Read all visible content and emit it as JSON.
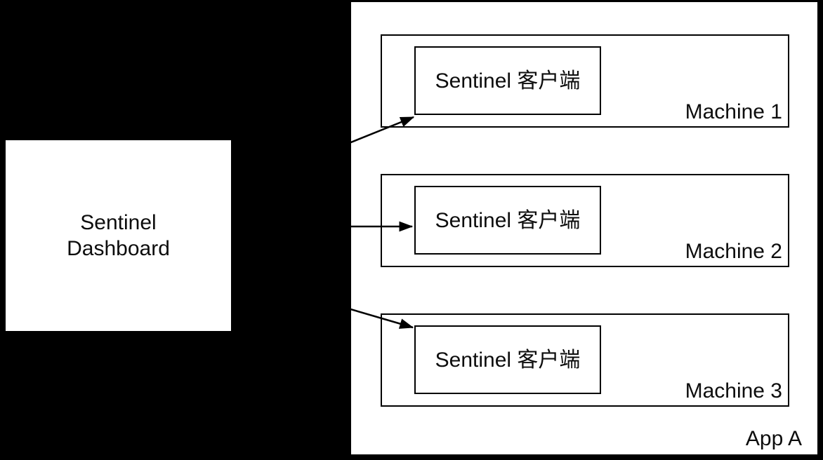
{
  "dashboard": {
    "label": "Sentinel Dashboard"
  },
  "app": {
    "label": "App A",
    "machines": [
      {
        "label": "Machine 1",
        "client_label": "Sentinel 客户端"
      },
      {
        "label": "Machine 2",
        "client_label": "Sentinel 客户端"
      },
      {
        "label": "Machine 3",
        "client_label": "Sentinel 客户端"
      }
    ]
  },
  "arrows": [
    {
      "from": "Sentinel Dashboard",
      "to": "Sentinel 客户端 (Machine 1)"
    },
    {
      "from": "Sentinel Dashboard",
      "to": "Sentinel 客户端 (Machine 2)"
    },
    {
      "from": "Sentinel Dashboard",
      "to": "Sentinel 客户端 (Machine 3)"
    }
  ],
  "colors": {
    "background": "#000000",
    "node_fill": "#ffffff",
    "border": "#000000",
    "text": "#0d0d0d",
    "arrow": "#000000"
  }
}
